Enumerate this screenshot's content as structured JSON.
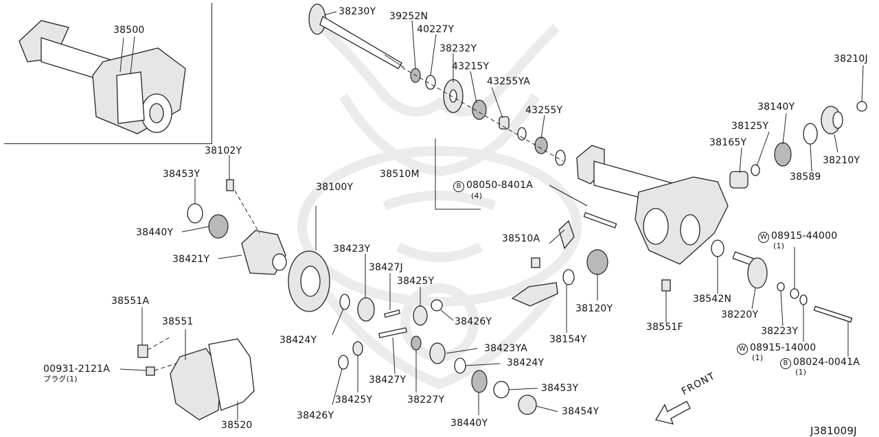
{
  "diagram": {
    "inset_part": "38500",
    "diagram_code": "J381009J",
    "front_label": "FRONT",
    "labels": {
      "p38500": "38500",
      "p38230Y": "38230Y",
      "p39252N": "39252N",
      "p40227Y": "40227Y",
      "p38232Y": "38232Y",
      "p43215Y": "43215Y",
      "p43255YA": "43255YA",
      "p43255Y": "43255Y",
      "p38210J": "38210J",
      "p38140Y": "38140Y",
      "p38125Y": "38125Y",
      "p38165Y": "38165Y",
      "p38210Y": "38210Y",
      "p38589": "38589",
      "p38510M": "38510M",
      "p08050": "08050-8401A",
      "p08050q": "(4)",
      "p38102Y": "38102Y",
      "p38453Y_l": "38453Y",
      "p38440Y_l": "38440Y",
      "p38421Y": "38421Y",
      "p38100Y": "38100Y",
      "p38423Y": "38423Y",
      "p38427J": "38427J",
      "p38425Y_t": "38425Y",
      "p38426Y_r": "38426Y",
      "p38510A": "38510A",
      "p38120Y": "38120Y",
      "p38154Y": "38154Y",
      "p38551F": "38551F",
      "p38542N": "38542N",
      "p38220Y": "38220Y",
      "p38223Y": "38223Y",
      "p08915_44": "08915-44000",
      "p08915_44q": "(1)",
      "p08915_14": "08915-14000",
      "p08915_14q": "(1)",
      "p08024": "08024-0041A",
      "p08024q": "(1)",
      "p38551A": "38551A",
      "p38551": "38551",
      "p00931": "00931-2121A",
      "p00931b": "プラグ(1)",
      "p38520": "38520",
      "p38424Y_l": "38424Y",
      "p38425Y_b": "38425Y",
      "p38426Y_b": "38426Y",
      "p38427Y": "38427Y",
      "p38227Y": "38227Y",
      "p38423YA": "38423YA",
      "p38424Y_r": "38424Y",
      "p38453Y_r": "38453Y",
      "p38454Y": "38454Y",
      "p38440Y_b": "38440Y"
    },
    "symbols": {
      "b1": "B",
      "b2": "B",
      "w1": "W",
      "w2": "W"
    }
  }
}
